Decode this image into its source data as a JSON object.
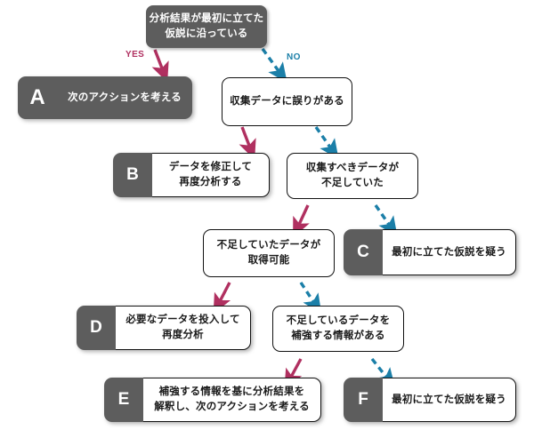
{
  "diagram": {
    "title_text": "分析結果が最初に立てた仮説に沿っている",
    "colors": {
      "yes_arrow": "#b03060",
      "no_arrow": "#1b7fa8",
      "badge": "#5d5d5d",
      "box_border": "#111111",
      "background": "#ffffff"
    },
    "labels": {
      "yes": "YES",
      "no": "NO"
    },
    "decision": {
      "line1": "分析結果が最初に立てた",
      "line2": "仮説に沿っている"
    },
    "questions": [
      {
        "id": "q1",
        "line1": "収集データに誤りがある",
        "line2": ""
      },
      {
        "id": "q2",
        "line1": "収集すべきデータが",
        "line2": "不足していた"
      },
      {
        "id": "q3",
        "line1": "不足していたデータが",
        "line2": "取得可能"
      },
      {
        "id": "q4",
        "line1": "不足しているデータを",
        "line2": "補強する情報がある"
      }
    ],
    "results": [
      {
        "id": "A",
        "letter": "A",
        "line1": "次のアクションを考える",
        "line2": ""
      },
      {
        "id": "B",
        "letter": "B",
        "line1": "データを修正して",
        "line2": "再度分析する"
      },
      {
        "id": "C",
        "letter": "C",
        "line1": "最初に立てた仮説を疑う",
        "line2": ""
      },
      {
        "id": "D",
        "letter": "D",
        "line1": "必要なデータを投入して",
        "line2": "再度分析"
      },
      {
        "id": "E",
        "letter": "E",
        "line1": "補強する情報を基に分析結果を",
        "line2": "解釈し、次のアクションを考える"
      },
      {
        "id": "F",
        "letter": "F",
        "line1": "最初に立てた仮説を疑う",
        "line2": ""
      }
    ]
  }
}
